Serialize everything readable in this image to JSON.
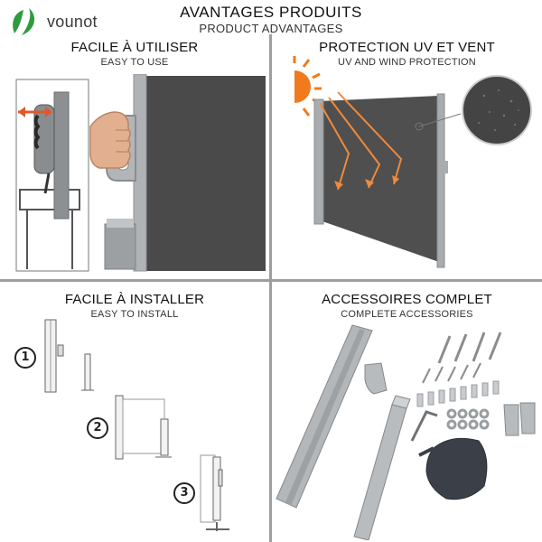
{
  "brand": {
    "name": "vounot",
    "accent": "#2e9b3f"
  },
  "header": {
    "title": "AVANTAGES PRODUITS",
    "subtitle": "PRODUCT ADVANTAGES"
  },
  "panels": [
    {
      "title": "FACILE À UTILISER",
      "subtitle": "EASY TO USE"
    },
    {
      "title": "PROTECTION UV ET VENT",
      "subtitle": "UV AND WIND PROTECTION"
    },
    {
      "title": "FACILE À INSTALLER",
      "subtitle": "EASY TO INSTALL"
    },
    {
      "title": "ACCESSOIRES COMPLET",
      "subtitle": "COMPLETE ACCESSORIES"
    }
  ],
  "install_steps": [
    "1",
    "2",
    "3"
  ],
  "colors": {
    "screen_fabric": "#4a4a4a",
    "frame_gray": "#a9acae",
    "sun_orange": "#f07a1c",
    "arrow_orange": "#f08a3c",
    "handle_arrow": "#e2572a",
    "divider": "#9e9e9e"
  },
  "icons": [
    "leaf-logo-icon",
    "sun-icon",
    "drag-arrow-icon",
    "magnifier-icon"
  ]
}
